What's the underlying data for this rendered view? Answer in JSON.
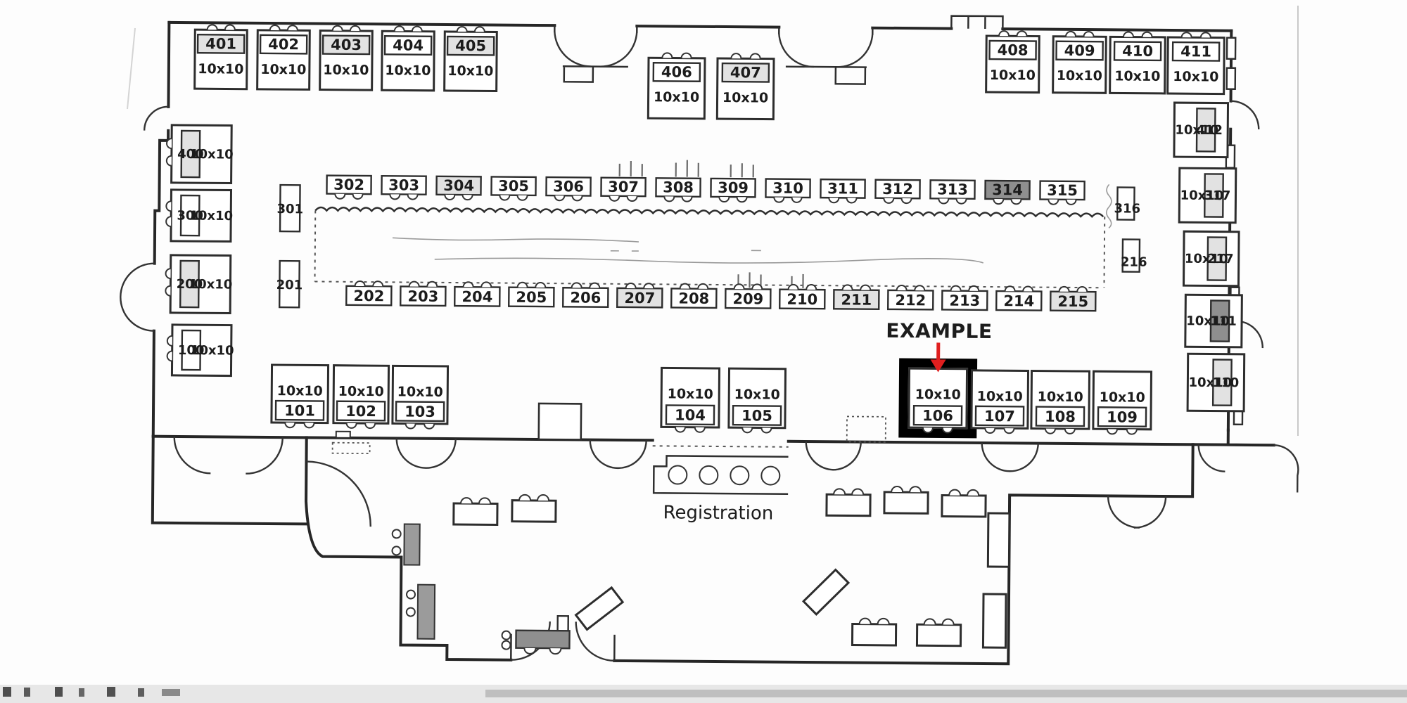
{
  "plan": {
    "size_label": "10x10",
    "registration_label": "Registration",
    "annotation": {
      "label": "EXAMPLE",
      "color": "#e01f1f",
      "target_booth": "106"
    },
    "highlighted_booth": "106",
    "booth_groups": {
      "top_row": [
        "401",
        "402",
        "403",
        "404",
        "405",
        "406",
        "407",
        "408",
        "409",
        "410",
        "411"
      ],
      "left_column": [
        "400",
        "300",
        "200",
        "100"
      ],
      "right_column": [
        "412",
        "317",
        "217",
        "111",
        "110"
      ],
      "row_300": [
        "301",
        "302",
        "303",
        "304",
        "305",
        "306",
        "307",
        "308",
        "309",
        "310",
        "311",
        "312",
        "313",
        "314",
        "315",
        "316"
      ],
      "row_200": [
        "201",
        "202",
        "203",
        "204",
        "205",
        "206",
        "207",
        "208",
        "209",
        "210",
        "211",
        "212",
        "213",
        "214",
        "215",
        "216"
      ],
      "bottom_row": [
        "101",
        "102",
        "103",
        "104",
        "105",
        "106",
        "107",
        "108",
        "109"
      ]
    },
    "shaded_booths": {
      "light": [
        "401",
        "403",
        "405",
        "407",
        "304",
        "207",
        "211",
        "215",
        "412",
        "317",
        "217",
        "110",
        "400",
        "200"
      ],
      "dark": [
        "314",
        "111"
      ]
    }
  }
}
